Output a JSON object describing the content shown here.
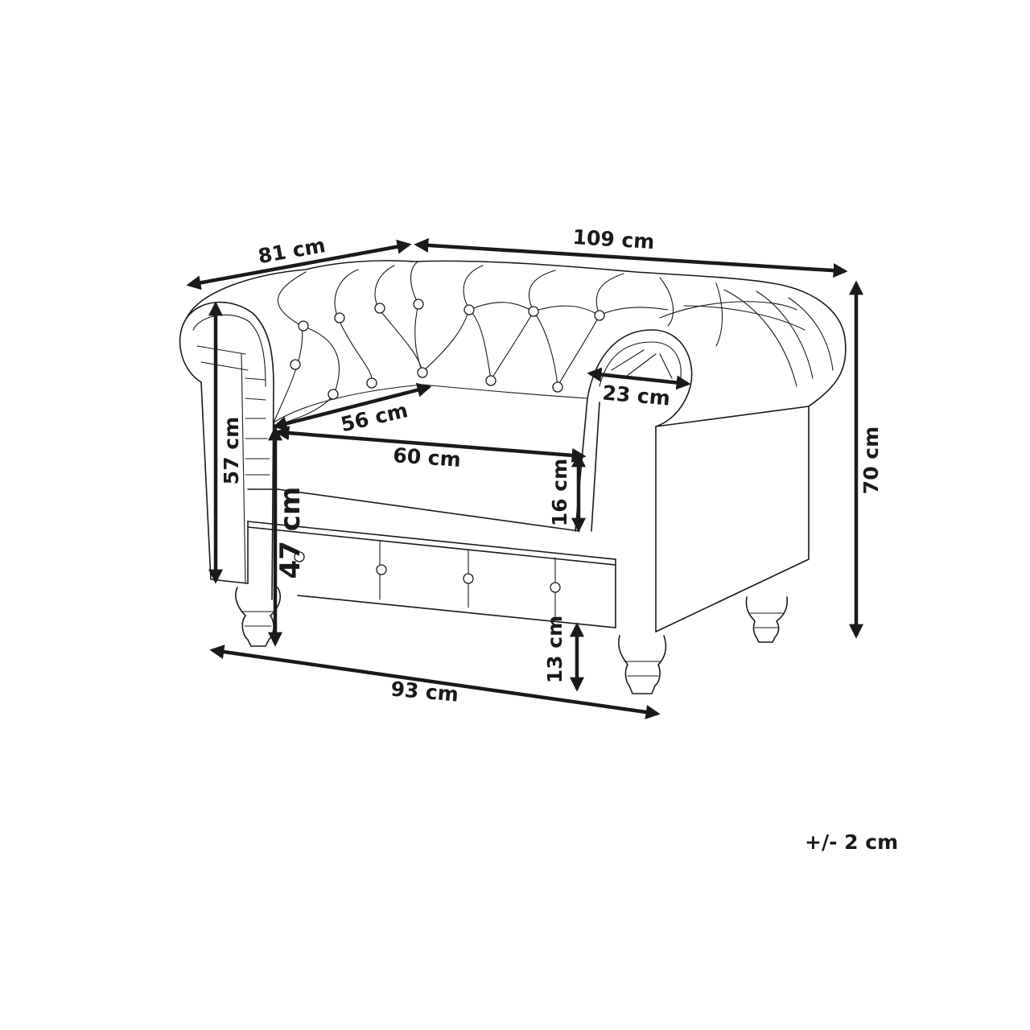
{
  "dimensions": {
    "back_depth": "81 cm",
    "total_width": "109 cm",
    "arm_width": "23 cm",
    "seat_depth": "56 cm",
    "seat_width": "60 cm",
    "arm_height": "57 cm",
    "seat_height": "47 cm",
    "arm_above_seat": "16 cm",
    "total_height": "70 cm",
    "leg_height": "13 cm",
    "total_depth": "93 cm"
  },
  "tolerance": "+/- 2 cm",
  "colors": {
    "ink": "#1a1a1a",
    "background": "#ffffff"
  }
}
